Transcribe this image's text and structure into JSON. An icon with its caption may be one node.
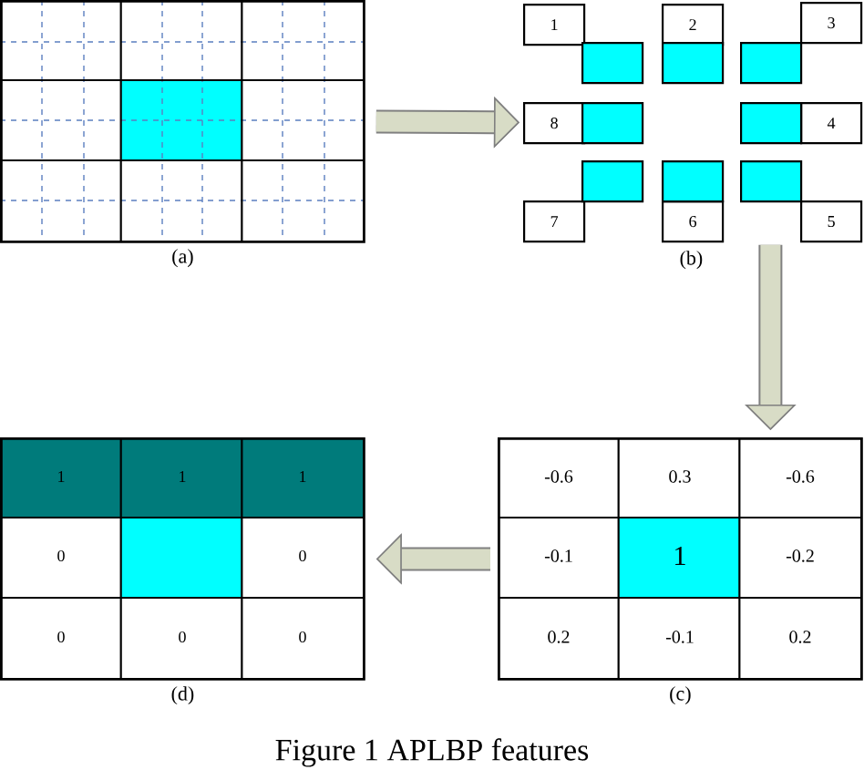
{
  "diagram": {
    "caption": "Figure 1 APLBP features",
    "nodes": [
      {
        "text": [
          "(a)"
        ]
      },
      {
        "text": [
          "(b)"
        ]
      },
      {
        "text": [
          "1"
        ],
        "in": 1
      },
      {
        "text": [
          "2"
        ],
        "in": 1
      },
      {
        "text": [
          "3"
        ],
        "in": 1
      },
      {
        "text": [
          "8"
        ],
        "in": 1
      },
      {
        "text": [
          "4"
        ],
        "in": 1
      },
      {
        "text": [
          "7"
        ],
        "in": 1
      },
      {
        "text": [
          "6"
        ],
        "in": 1
      },
      {
        "text": [
          "5"
        ],
        "in": 1
      },
      {
        "text": [],
        "shape": "box",
        "in": 1
      },
      {
        "text": [],
        "shape": "box",
        "in": 1
      },
      {
        "text": [],
        "shape": "box",
        "in": 1
      },
      {
        "text": [],
        "shape": "box",
        "in": 1
      },
      {
        "text": [],
        "shape": "box",
        "in": 1
      },
      {
        "text": [],
        "shape": "box",
        "in": 1
      },
      {
        "text": [],
        "shape": "box",
        "in": 1
      },
      {
        "text": [],
        "shape": "box",
        "in": 1
      },
      {
        "text": [
          "(d)"
        ]
      },
      {
        "text": [
          "(c)"
        ]
      }
    ],
    "edges": [
      {
        "from": 0,
        "to": 1,
        "arrow": "to"
      },
      {
        "from": 1,
        "to": 19,
        "arrow": "to"
      },
      {
        "from": 19,
        "to": 18,
        "arrow": "to"
      }
    ],
    "labels": [
      "1",
      "1",
      "1",
      "0",
      "0",
      "0",
      "0",
      "0",
      "-0.6",
      "0.3",
      "-0.6",
      "-0.1",
      "1",
      "-0.2",
      "0.2",
      "-0.1",
      "0.2"
    ]
  }
}
